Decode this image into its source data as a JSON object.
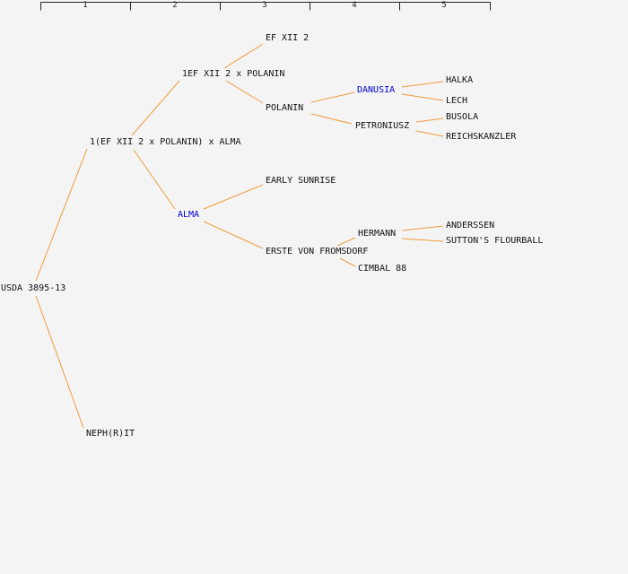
{
  "colors": {
    "background": "#F4F4F4",
    "line": "#EE9C3B",
    "link": "#0000CC",
    "text": "#111111",
    "ruler": "#222222"
  },
  "ruler": {
    "generations": [
      "1",
      "2",
      "3",
      "4",
      "5"
    ]
  },
  "pedigree": {
    "root": "USDA 3895-13",
    "nodes": {
      "usda_3895_13": "USDA 3895-13",
      "cross_ef_polanin_alma": "1(EF XII 2 x POLANIN) x ALMA",
      "nephrit": "NEPH(R)IT",
      "cross_ef_polanin": "1EF XII 2 x POLANIN",
      "ef_xii_2": "EF XII 2",
      "polanin": "POLANIN",
      "danusia": "DANUSIA",
      "petroniusz": "PETRONIUSZ",
      "halka": "HALKA",
      "lech": "LECH",
      "busola": "BUSOLA",
      "reichskanzler": "REICHSKANZLER",
      "alma": "ALMA",
      "early_sunrise": "EARLY SUNRISE",
      "erste_von_fromsdorf": "ERSTE VON FROMSDORF",
      "hermann": "HERMANN",
      "cimbal_88": "CIMBAL 88",
      "anderssen": "ANDERSSEN",
      "suttons_flourball": "SUTTON'S FLOURBALL"
    }
  }
}
